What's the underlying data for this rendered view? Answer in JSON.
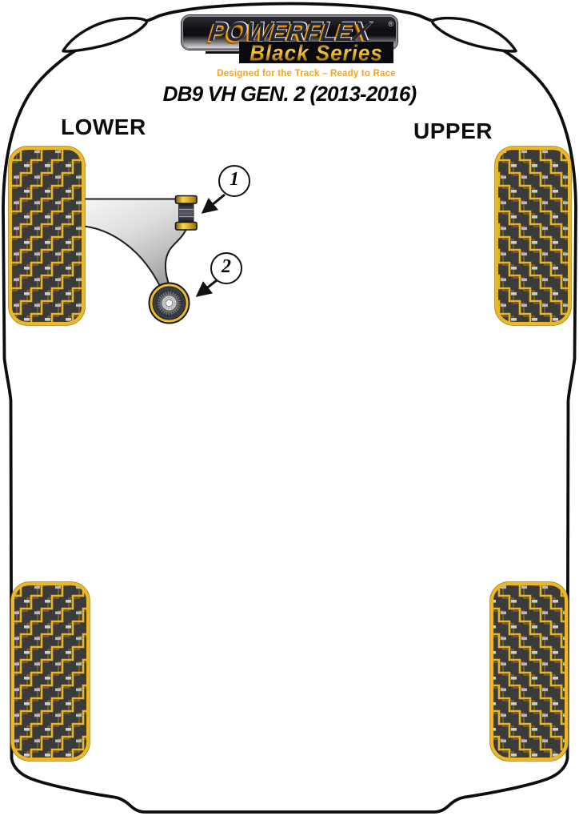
{
  "header": {
    "brand": "POWERFLEX",
    "registered_mark": "®",
    "series": "Black Series",
    "tagline": "Designed for the Track – Ready to Race"
  },
  "vehicle_title": "DB9 VH GEN. 2 (2013-2016)",
  "section_labels": {
    "left": "LOWER",
    "right": "UPPER"
  },
  "callouts": [
    {
      "number": "1"
    },
    {
      "number": "2"
    }
  ],
  "colors": {
    "accent_yellow": "#EDB827",
    "tread_dark": "#3B3B3B",
    "logo_extrusion_orange": "#F09D15",
    "tagline_orange": "#F1A41D",
    "outline_black": "#111111",
    "arm_gray": "#DCDCDC"
  }
}
